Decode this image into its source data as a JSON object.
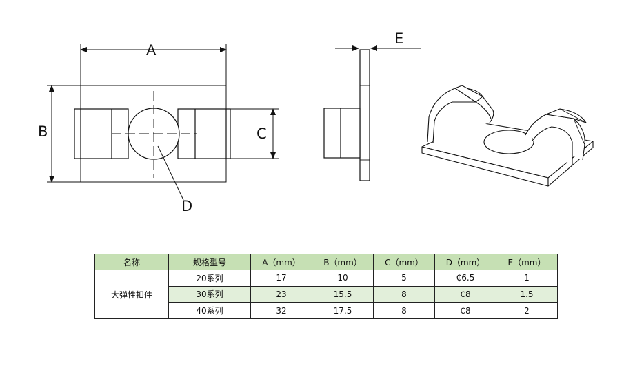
{
  "drawing": {
    "labels": {
      "A": "A",
      "B": "B",
      "C": "C",
      "D": "D",
      "E": "E"
    }
  },
  "table": {
    "headers": [
      "名称",
      "规格型号",
      "A（mm）",
      "B（mm）",
      "C（mm）",
      "D（mm）",
      "E（mm）"
    ],
    "product_name": "大弹性扣件",
    "rows": [
      [
        "20系列",
        "17",
        "10",
        "5",
        "₵6.5",
        "1"
      ],
      [
        "30系列",
        "23",
        "15.5",
        "8",
        "₵8",
        "1.5"
      ],
      [
        "40系列",
        "32",
        "17.5",
        "8",
        "₵8",
        "2"
      ]
    ]
  }
}
